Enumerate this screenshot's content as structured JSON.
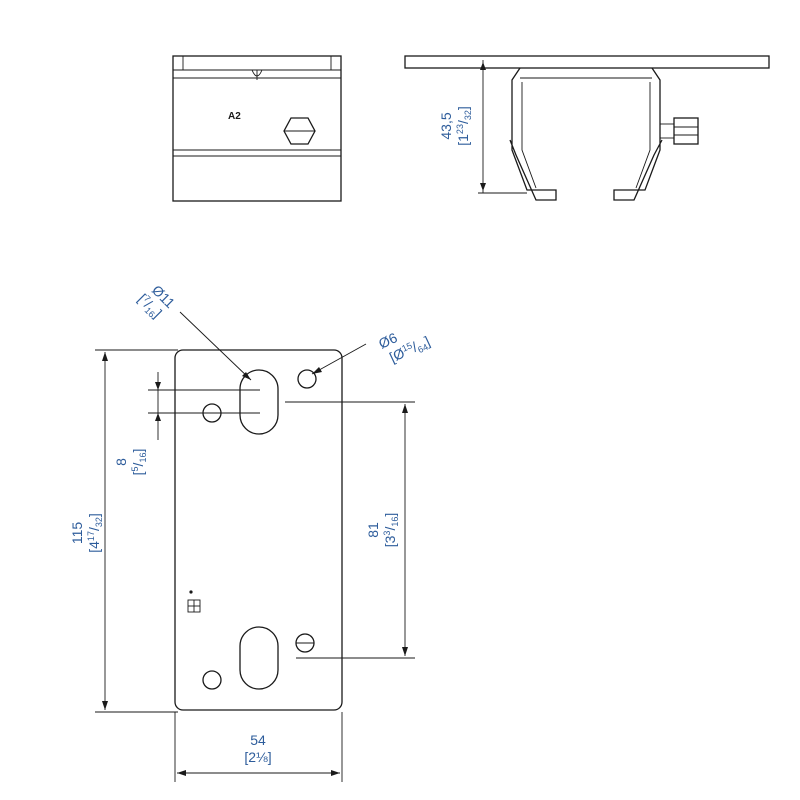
{
  "part_label": "A2",
  "dimensions": {
    "height_side": {
      "metric": "43,5",
      "imperial_whole": "1",
      "imperial_num": "23",
      "imperial_den": "32"
    },
    "hole_large": {
      "metric": "Ø11",
      "imperial_num": "7",
      "imperial_den": "16"
    },
    "hole_small": {
      "metric": "Ø6",
      "imperial_prefix": "Ø",
      "imperial_num": "15",
      "imperial_den": "64"
    },
    "offset": {
      "metric": "8",
      "imperial_num": "5",
      "imperial_den": "16"
    },
    "total_height": {
      "metric": "115",
      "imperial_whole": "4",
      "imperial_num": "17",
      "imperial_den": "32"
    },
    "hole_spacing": {
      "metric": "81",
      "imperial_whole": "3",
      "imperial_num": "3",
      "imperial_den": "16"
    },
    "width": {
      "metric": "54",
      "imperial_whole": "2",
      "imperial_frac": "⅛"
    }
  },
  "colors": {
    "line": "#1a1a1a",
    "dimension_text": "#2d5c9b"
  }
}
